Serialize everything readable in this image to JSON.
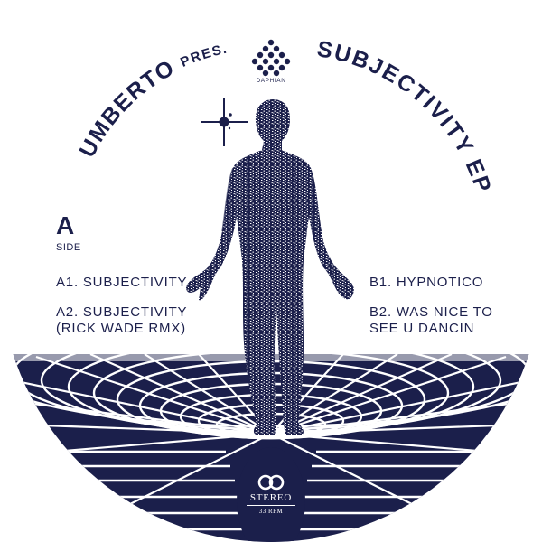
{
  "label": {
    "artist": "UMBERTO",
    "presents": "PRES.",
    "title": "SUBJECTIVITY EP",
    "record_label": "DAPHIAN",
    "side": {
      "letter": "A",
      "word": "SIDE"
    },
    "tracks_a": [
      {
        "lines": [
          "A1. SUBJECTIVITY"
        ]
      },
      {
        "lines": [
          "A2. SUBJECTIVITY",
          "(RICK WADE RMX)"
        ]
      }
    ],
    "tracks_b": [
      {
        "lines": [
          "B1. HYPNOTICO"
        ]
      },
      {
        "lines": [
          "B2. WAS NICE TO",
          "SEE U DANCIN"
        ]
      }
    ],
    "format": {
      "stereo": "STEREO",
      "speed": "33 RPM"
    },
    "icons": {
      "logo": "daphian-dot-diamond-logo",
      "star": "four-point-star-icon",
      "stereo_rings": "interlocked-rings-icon",
      "figure": "stippled-human-figure",
      "vortex": "grid-vortex-funnel"
    },
    "colors": {
      "ink": "#1b1f4b",
      "paper": "#ffffff"
    }
  }
}
